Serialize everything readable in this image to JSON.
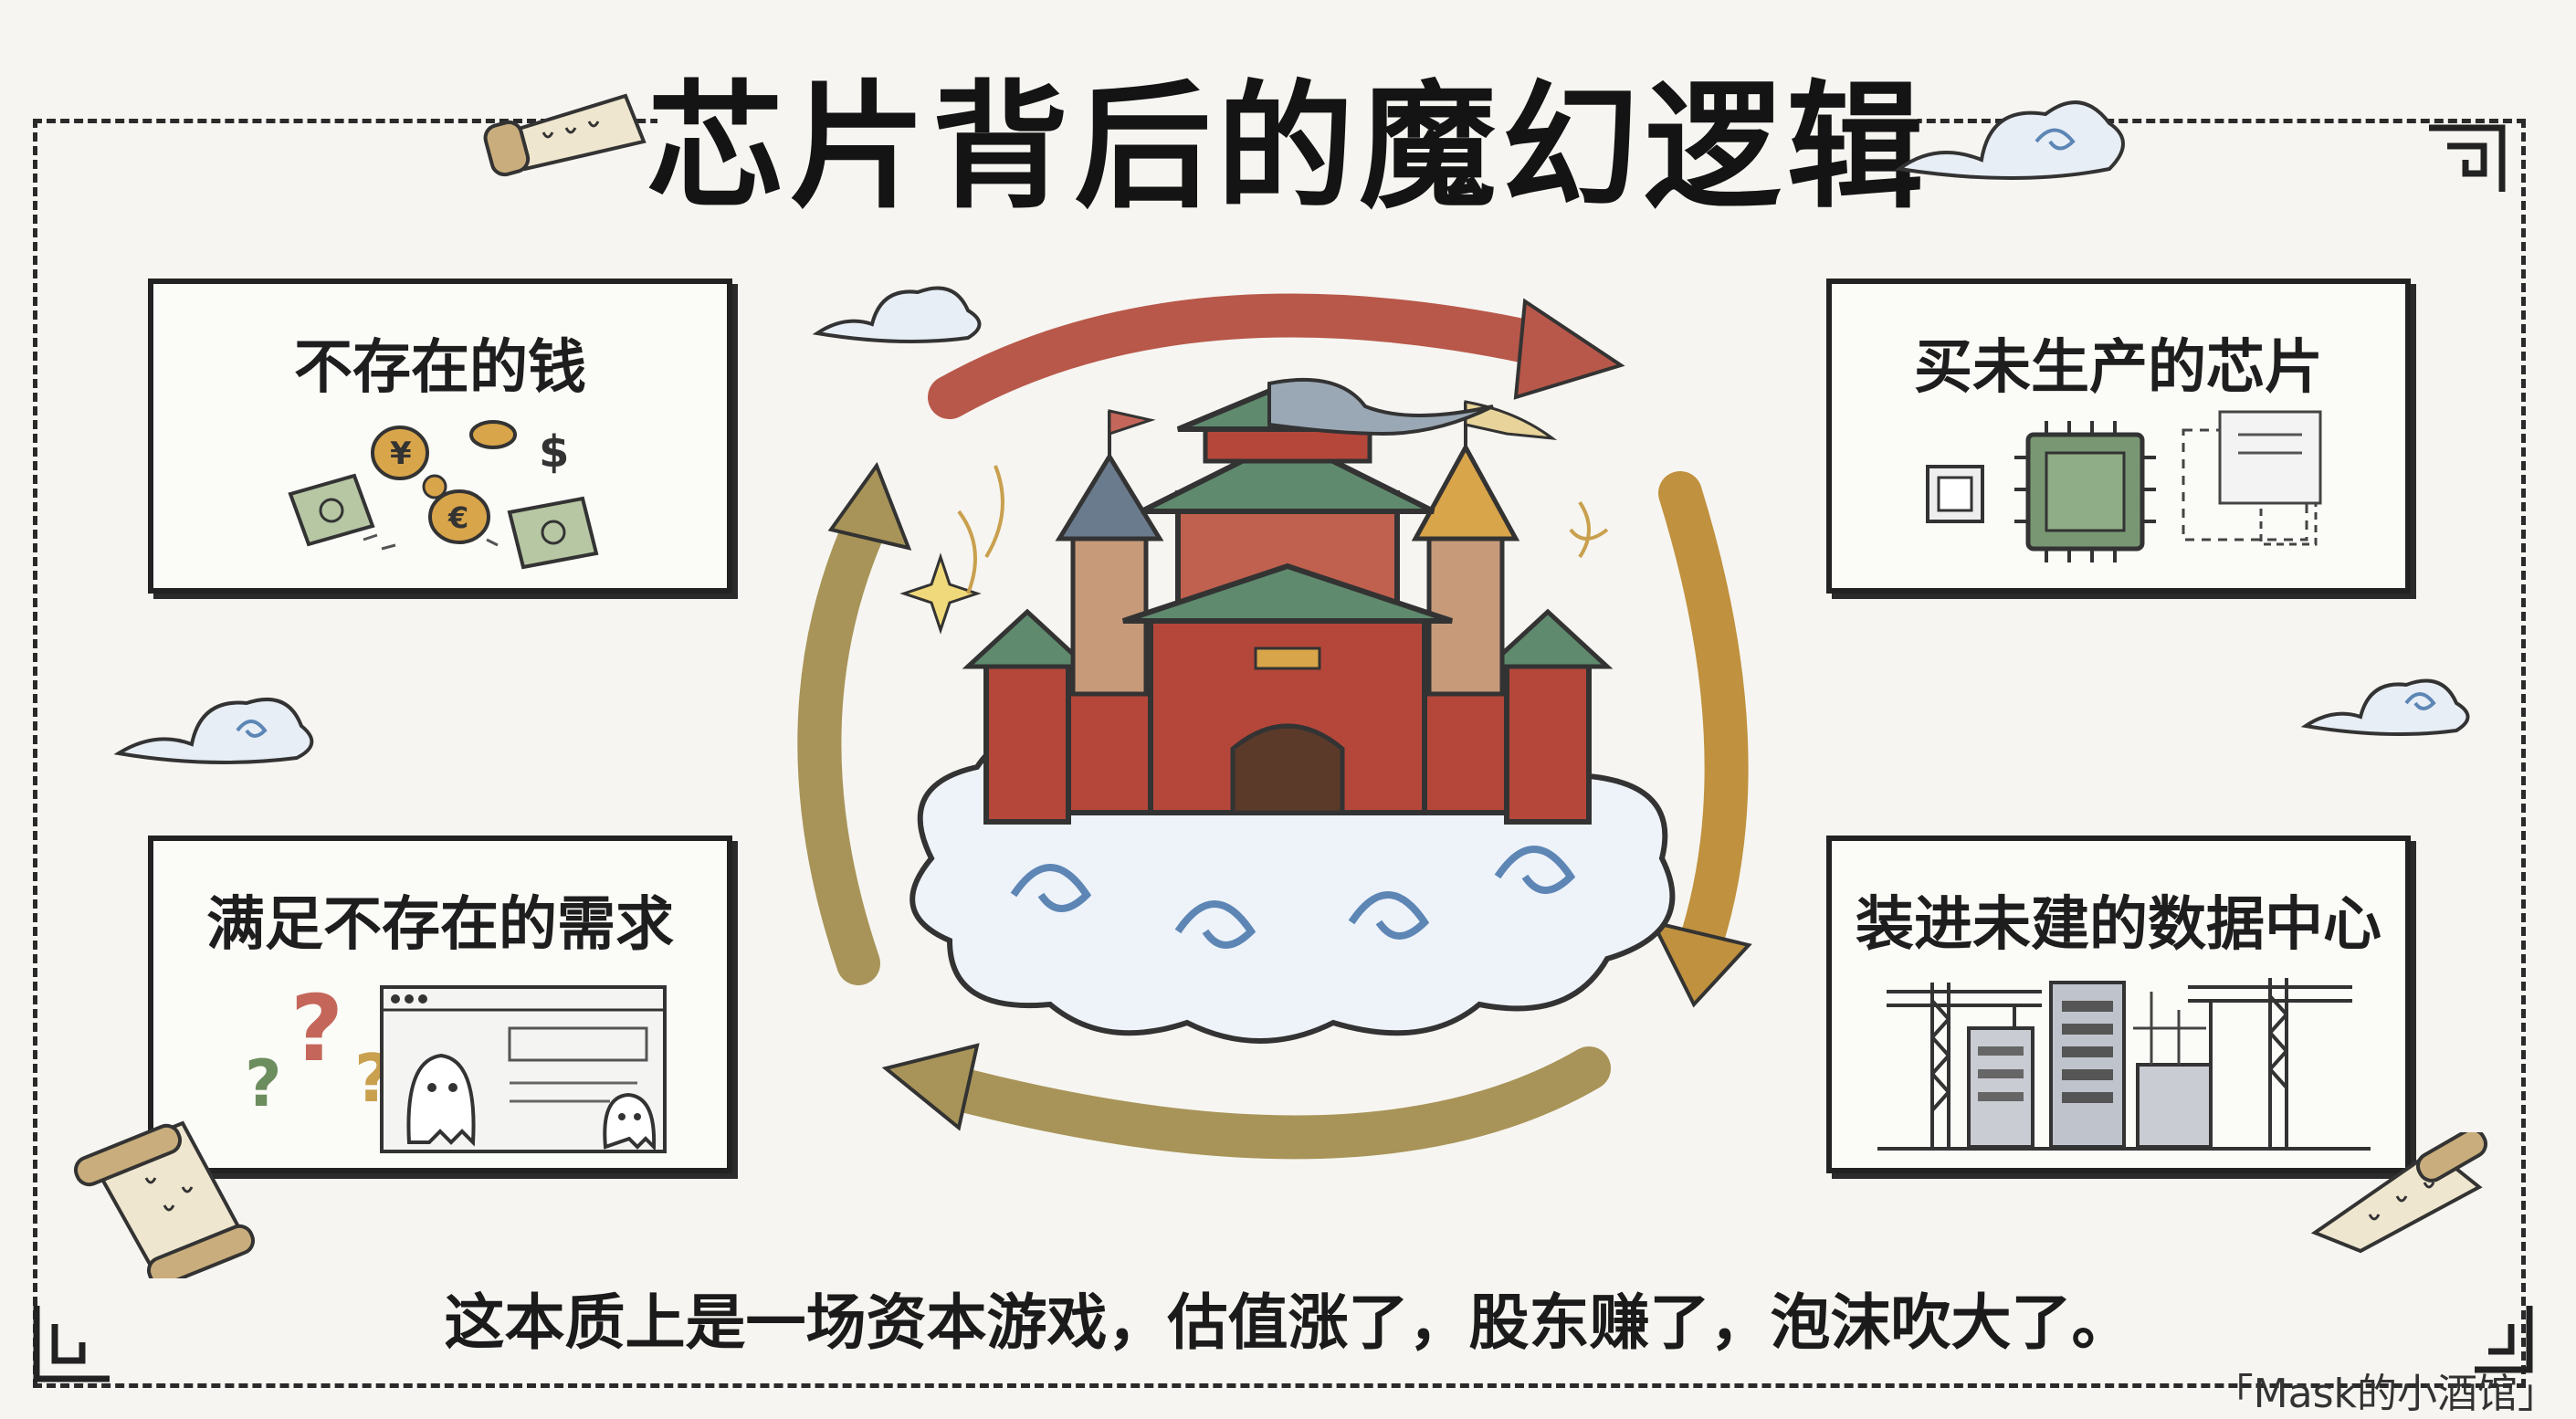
{
  "title": "芯片背后的魔幻逻辑",
  "boxes": {
    "money": "不存在的钱",
    "chips": "买未生产的芯片",
    "demand": "满足不存在的需求",
    "datacenter": "装进未建的数据中心"
  },
  "coin_symbols": [
    "¥",
    "€",
    "$"
  ],
  "bottom_text": "这本质上是一场资本游戏，估值涨了，股东赚了，泡沫吹大了。",
  "watermark": "「Mask的小酒馆」",
  "colors": {
    "arrow_red": "#b8584a",
    "arrow_gold": "#b98a3c",
    "arrow_olive": "#9c8a4a",
    "roof_green": "#5f8a6e",
    "wall_red": "#b5473a",
    "cloud_blue": "#9cc0e0"
  }
}
